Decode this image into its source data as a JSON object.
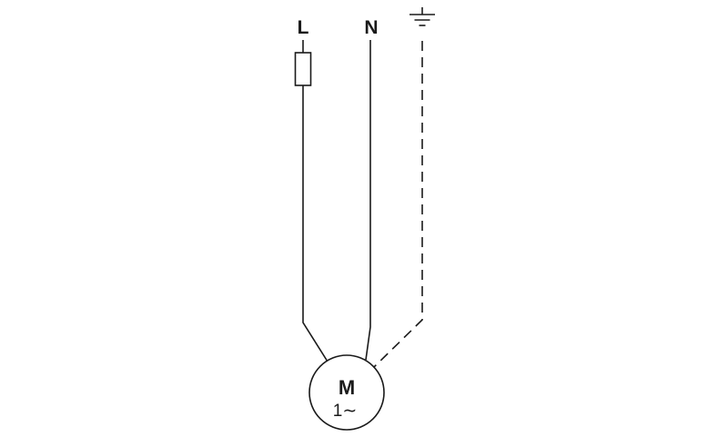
{
  "diagram": {
    "phase_label": "L",
    "neutral_label": "N",
    "motor_label": "M",
    "motor_phase_label": "1∼"
  },
  "symbols": {
    "fuse": "fuse-symbol",
    "ground": "earth-ground-symbol",
    "motor": "single-phase-motor-circle"
  },
  "colors": {
    "line": "#1a1a1a",
    "background": "#ffffff"
  }
}
